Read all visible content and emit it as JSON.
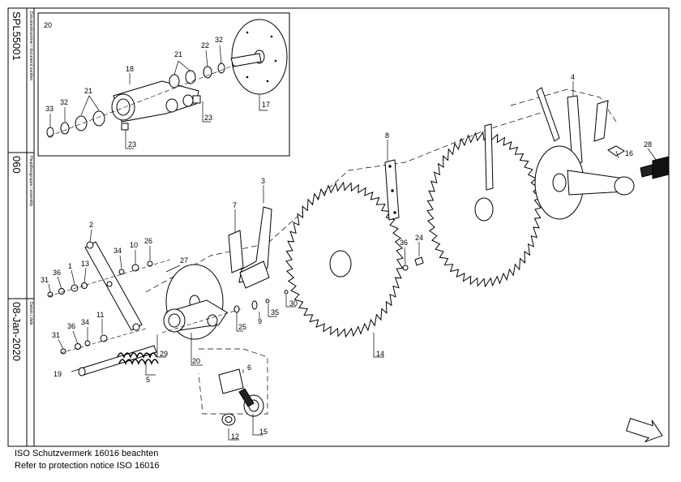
{
  "document": {
    "number_label": "Dokumentnummer / document number",
    "number": "SPL55001",
    "assembly_label": "Hauptbaugruppe / assembly",
    "assembly": "060",
    "date_label": "Datum / date",
    "date": "08-Jan-2020"
  },
  "inset": {
    "title": "20",
    "callouts": [
      "17",
      "18",
      "21",
      "21",
      "22",
      "23",
      "23",
      "32",
      "32",
      "33"
    ]
  },
  "callouts": [
    "1",
    "2",
    "3",
    "4",
    "5",
    "6",
    "7",
    "8",
    "9",
    "10",
    "11",
    "12",
    "13",
    "14",
    "15",
    "16",
    "19",
    "20",
    "24",
    "25",
    "26",
    "27",
    "28",
    "29",
    "30",
    "31",
    "31",
    "34",
    "34",
    "35",
    "36",
    "36",
    "36"
  ],
  "notice": {
    "line_de": "ISO Schutzvermerk 16016 beachten",
    "line_en": "Refer to protection notice ISO 16016"
  }
}
